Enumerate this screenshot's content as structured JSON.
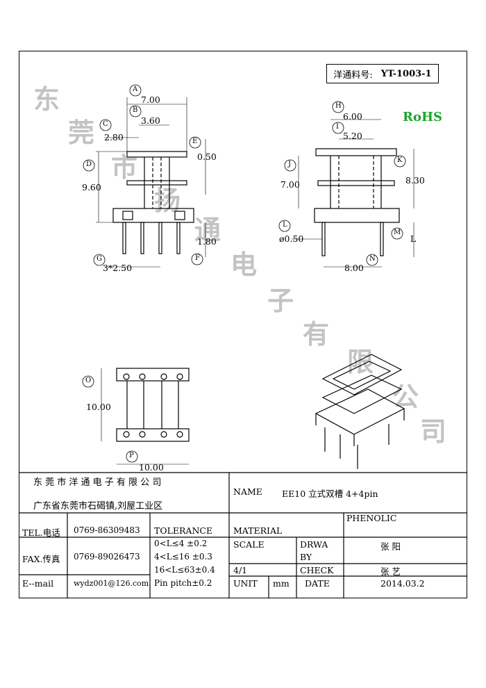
{
  "part_box": {
    "label": "洋通料号:",
    "number": "YT-1003-1"
  },
  "rohs": "RoHS",
  "watermark": [
    "东",
    "莞",
    "市",
    "扬",
    "通",
    "电",
    "子",
    "有",
    "限",
    "公",
    "司"
  ],
  "dimensions": {
    "front": [
      "7.00",
      "3.60",
      "2.80",
      "0.50",
      "9.60",
      "1.80",
      "3*2.50"
    ],
    "front_letters": [
      "A",
      "B",
      "C",
      "D",
      "E",
      "F",
      "G"
    ],
    "side": [
      "6.00",
      "5.20",
      "7.00",
      "8.30",
      "ø0.50",
      "8.00",
      "L"
    ],
    "side_letters": [
      "H",
      "I",
      "J",
      "K",
      "L",
      "M",
      "N"
    ],
    "bottom": [
      "10.00",
      "10.00"
    ],
    "bottom_letters": [
      "O",
      "P"
    ]
  },
  "title_block": {
    "company": "东 莞 市 洋 通 电 子 有 限 公 司",
    "address": "广东省东莞市石碣镇,刘屋工业区",
    "name_label": "NAME",
    "name_value": "EE10 立式双槽 4+4pin",
    "tel_label": "TEL.电话",
    "tel_value": "0769-86309483",
    "tolerance_label": "TOLERANCE",
    "material_label": "MATERIAL",
    "material_value": "PHENOLIC",
    "fax_label": "FAX.传真",
    "fax_value": "0769-89026473",
    "tol_1": "0<L≤4   ±0.2",
    "tol_2": "4<L≤16  ±0.3",
    "tol_3": "16<L≤63±0.4",
    "tol_4": "Pin pitch±0.2",
    "scale_label": "SCALE",
    "scale_value": "4/1",
    "drawn_label_1": "DRWA",
    "drawn_label_2": "BY",
    "drawn_value": "张 阳",
    "check_label": "CHECK",
    "check_value": "张 艺",
    "email_label": "E--mail",
    "email_value": "wydz001@126.com",
    "unit_label": "UNIT",
    "unit_value": "mm",
    "date_label": "DATE",
    "date_value": "2014.03.2"
  }
}
